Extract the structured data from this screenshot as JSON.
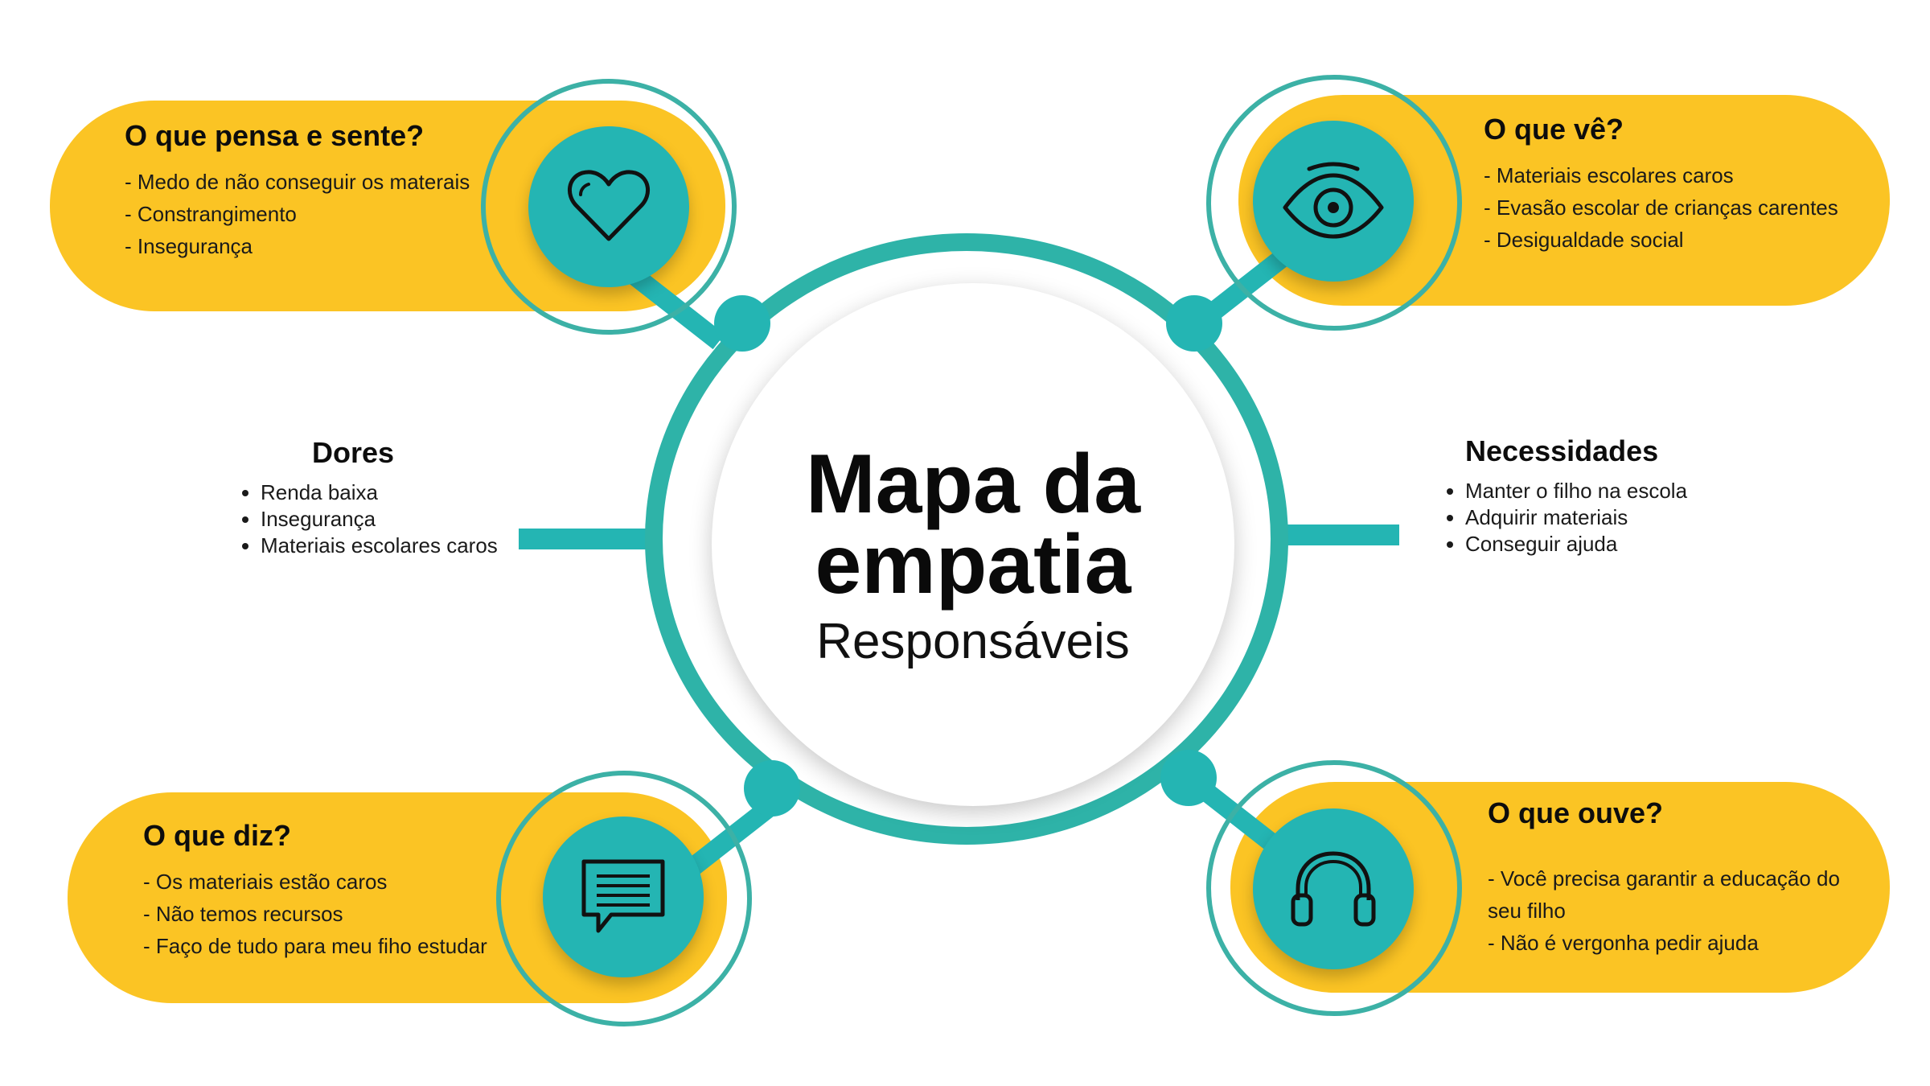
{
  "center": {
    "title_line1": "Mapa da",
    "title_line2": "empatia",
    "subtitle": "Responsáveis"
  },
  "pensa_sente": {
    "title": "O que pensa e sente?",
    "items": [
      "- Medo de não conseguir os materais",
      "- Constrangimento",
      "- Insegurança"
    ],
    "icon": "heart-icon"
  },
  "ve": {
    "title": "O que vê?",
    "items": [
      "- Materiais escolares caros",
      "- Evasão escolar de crianças carentes",
      "- Desigualdade social"
    ],
    "icon": "eye-icon"
  },
  "diz": {
    "title": "O que diz?",
    "items": [
      "- Os materiais estão caros",
      "- Não temos recursos",
      "- Faço de tudo para meu fiho estudar"
    ],
    "icon": "chat-icon"
  },
  "ouve": {
    "title": "O que ouve?",
    "items": [
      "- Você precisa garantir a educação do seu filho",
      "- Não é vergonha pedir ajuda"
    ],
    "icon": "headphones-icon"
  },
  "dores": {
    "title": "Dores",
    "items": [
      "Renda baixa",
      "Insegurança",
      "Materiais escolares caros"
    ]
  },
  "necessidades": {
    "title": "Necessidades",
    "items": [
      "Manter o filho na escola",
      "Adquirir materiais",
      "Conseguir ajuda"
    ]
  },
  "colors": {
    "yellow": "#FBC424",
    "teal": "#24B5B3",
    "teal_ring": "#2EB3A8"
  }
}
